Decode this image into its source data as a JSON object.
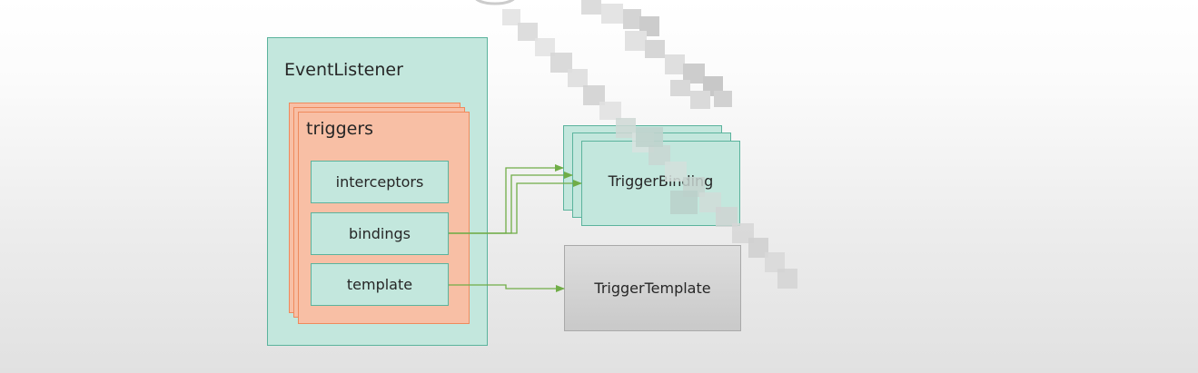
{
  "diagram": {
    "event_listener": {
      "title": "EventListener"
    },
    "triggers": {
      "title": "triggers",
      "items": [
        {
          "label": "interceptors"
        },
        {
          "label": "bindings"
        },
        {
          "label": "template"
        }
      ]
    },
    "trigger_binding": {
      "label": "TriggerBinding"
    },
    "trigger_template": {
      "label": "TriggerTemplate"
    }
  },
  "colors": {
    "teal_fill": "#c3e7dd",
    "teal_border": "#5bb39d",
    "orange_fill": "#f8bfa5",
    "orange_border": "#ef8a5c",
    "gray_fill": "#d3d3d3",
    "arrow_green": "#70ad47"
  }
}
